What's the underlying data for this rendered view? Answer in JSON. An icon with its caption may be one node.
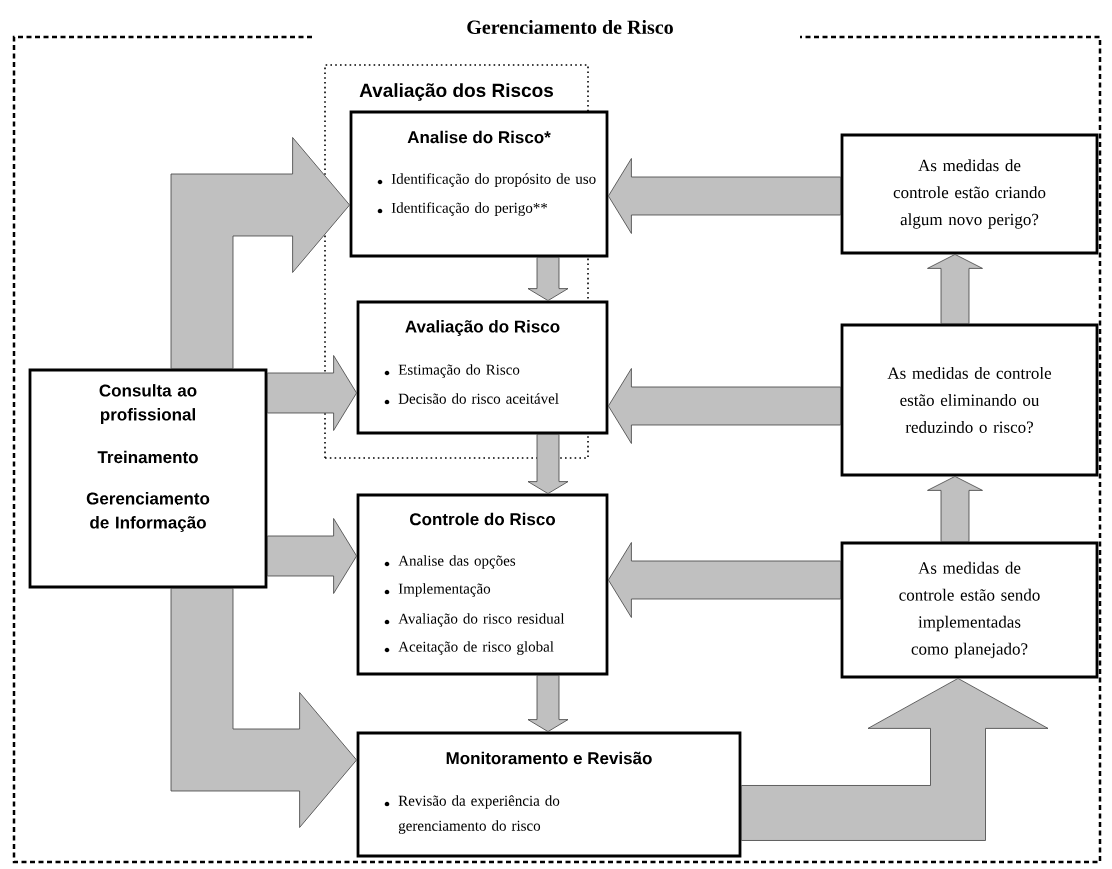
{
  "diagram": {
    "nodes": [
      {
        "text": [
          "Gerenciamento de Risco"
        ]
      },
      {
        "text": [
          "Avaliação dos Riscos"
        ],
        "in": 0
      },
      {
        "text": [
          "Analise do Risco*",
          "Identificação do propósito de uso",
          "Identificação do perigo**"
        ],
        "in": 1
      },
      {
        "text": [
          "Avaliação do Risco",
          "Estimação do Risco",
          "Decisão do risco aceitável"
        ],
        "in": 1
      },
      {
        "text": [
          "Controle do Risco",
          "Analise das opções",
          "Implementação",
          "Avaliação do risco residual",
          "Aceitação de risco global"
        ],
        "in": 0
      },
      {
        "text": [
          "Monitoramento e Revisão",
          "Revisão da experiência do gerenciamento do risco"
        ],
        "in": 0
      },
      {
        "text": [
          "Consulta ao profissional",
          "Treinamento",
          "Gerenciamento de Informação"
        ],
        "in": 0
      },
      {
        "text": [
          "As medidas de controle estão criando algum novo perigo?"
        ],
        "in": 0
      },
      {
        "text": [
          "As medidas de controle estão eliminando ou reduzindo o risco?"
        ],
        "in": 0
      },
      {
        "text": [
          "As medidas de controle estão sendo implementadas como planejado?"
        ],
        "in": 0
      }
    ],
    "edges": [
      {
        "from": 6,
        "to": 2,
        "arrow": "to"
      },
      {
        "from": 6,
        "to": 3,
        "arrow": "to"
      },
      {
        "from": 6,
        "to": 4,
        "arrow": "to"
      },
      {
        "from": 6,
        "to": 5,
        "arrow": "to"
      },
      {
        "from": 2,
        "to": 3,
        "arrow": "to"
      },
      {
        "from": 3,
        "to": 4,
        "arrow": "to"
      },
      {
        "from": 4,
        "to": 5,
        "arrow": "to"
      },
      {
        "from": 5,
        "to": 9,
        "arrow": "to"
      },
      {
        "from": 9,
        "to": 8,
        "arrow": "to"
      },
      {
        "from": 8,
        "to": 7,
        "arrow": "to"
      },
      {
        "from": 7,
        "to": 2,
        "arrow": "to"
      },
      {
        "from": 8,
        "to": 3,
        "arrow": "to"
      },
      {
        "from": 9,
        "to": 4,
        "arrow": "to"
      }
    ]
  }
}
